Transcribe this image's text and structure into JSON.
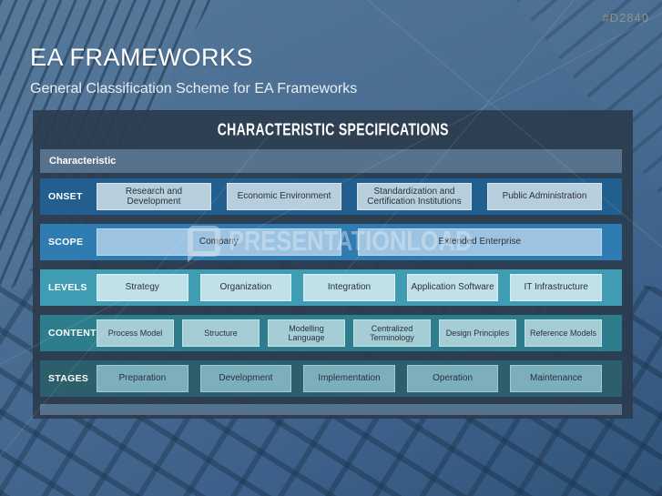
{
  "slide": {
    "id": "#D2840",
    "title": "EA FRAMEWORKS",
    "subtitle": "General Classification Scheme for EA Frameworks"
  },
  "watermark": {
    "text": "PRESENTATIONLOAD"
  },
  "panel": {
    "title": "CHARACTERISTIC SPECIFICATIONS",
    "header_label": "Characteristic",
    "rows": [
      {
        "label": "ONSET",
        "colors": {
          "row_bg": "#225f8e",
          "box_bg": "#b7cedc",
          "box_border": "#d8e3eb"
        },
        "items": [
          "Research and Development",
          "Economic Environment",
          "Standardization and Certification Institutions",
          "Public Administration"
        ]
      },
      {
        "label": "SCOPE",
        "colors": {
          "row_bg": "#2f7cb2",
          "box_bg": "#9cc4e2",
          "box_border": "#c0daee"
        },
        "items": [
          "Company",
          "Extended Enterprise"
        ]
      },
      {
        "label": "LEVELS",
        "colors": {
          "row_bg": "#3f9cb2",
          "box_bg": "#bfe1e7",
          "box_border": "#ddeff2"
        },
        "items": [
          "Strategy",
          "Organization",
          "Integration",
          "Application Software",
          "IT Infrastructure"
        ]
      },
      {
        "label": "CONTENT",
        "colors": {
          "row_bg": "#2e7d8d",
          "box_bg": "#a4cdd5",
          "box_border": "#c6e1e6"
        },
        "items": [
          "Process Model",
          "Structure",
          "Modelling Language",
          "Centralized Terminology",
          "Design Principles",
          "Reference Models"
        ]
      },
      {
        "label": "STAGES",
        "colors": {
          "row_bg": "#2c5e6c",
          "box_bg": "#7bafbc",
          "box_border": "#a3c9d2"
        },
        "items": [
          "Preparation",
          "Development",
          "Implementation",
          "Operation",
          "Maintenance"
        ]
      }
    ]
  },
  "theme": {
    "slide_bg": "#47698e",
    "panel_bg": "rgba(43,60,77,0.92)",
    "band_bg": "#56728c",
    "id_color": "#8f9481",
    "title_color": "#ffffff"
  }
}
